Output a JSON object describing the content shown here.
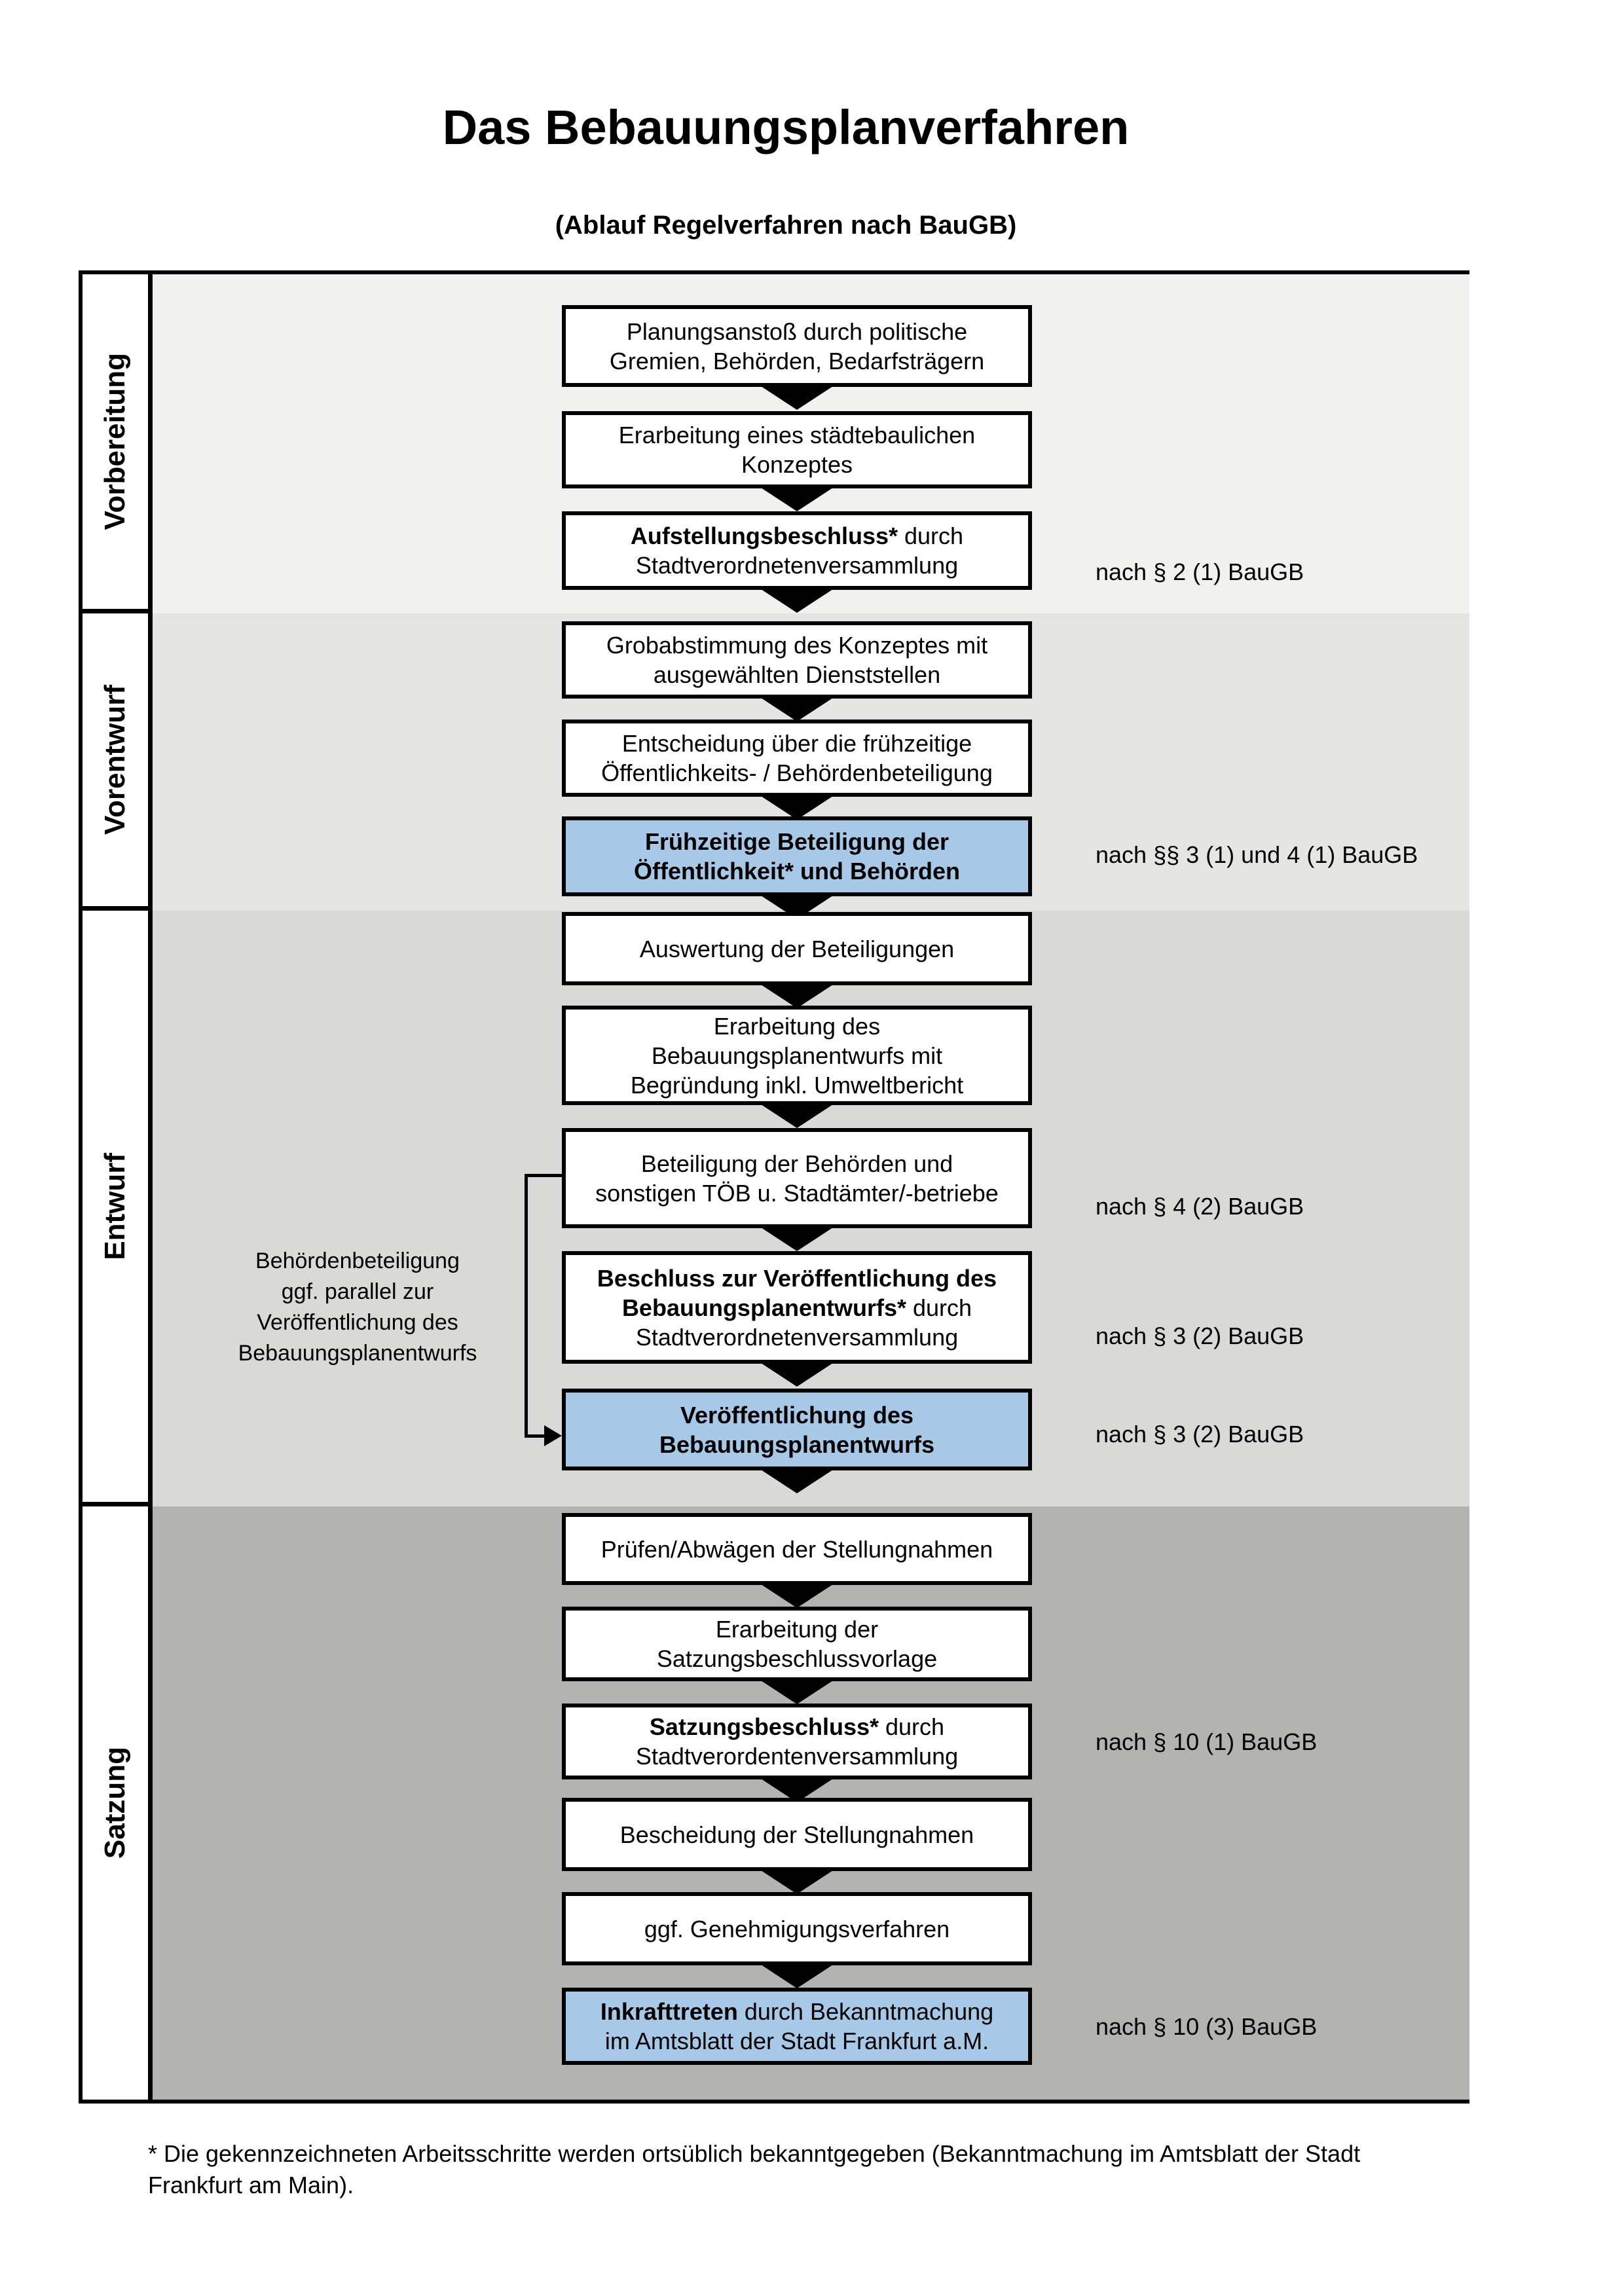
{
  "title": "Das Bebauungsplanverfahren",
  "subtitle": "(Ablauf Regelverfahren nach BauGB)",
  "colors": {
    "box_background": "#ffffff",
    "box_border": "#000000",
    "highlight_background": "#a8c8e8",
    "arrow": "#000000",
    "phase_backgrounds": [
      "#f1f1ef",
      "#e5e5e3",
      "#d9d9d7",
      "#b3b3b1"
    ]
  },
  "phases": [
    {
      "label": "Vorbereitung"
    },
    {
      "label": "Vorentwurf"
    },
    {
      "label": "Entwurf"
    },
    {
      "label": "Satzung"
    }
  ],
  "flow": {
    "boxes": [
      {
        "highlighted": false,
        "lines": [
          [
            {
              "t": "Planungsanstoß durch politische",
              "b": false
            }
          ],
          [
            {
              "t": "Gremien, Behörden, Bedarfsträgern",
              "b": false
            }
          ]
        ]
      },
      {
        "highlighted": false,
        "lines": [
          [
            {
              "t": "Erarbeitung eines städtebaulichen",
              "b": false
            }
          ],
          [
            {
              "t": "Konzeptes",
              "b": false
            }
          ]
        ]
      },
      {
        "highlighted": false,
        "lines": [
          [
            {
              "t": "Aufstellungsbeschluss*",
              "b": true
            },
            {
              "t": " durch",
              "b": false
            }
          ],
          [
            {
              "t": "Stadtverordnetenversammlung",
              "b": false
            }
          ]
        ]
      },
      {
        "highlighted": false,
        "lines": [
          [
            {
              "t": "Grobabstimmung des Konzeptes mit",
              "b": false
            }
          ],
          [
            {
              "t": "ausgewählten Dienststellen",
              "b": false
            }
          ]
        ]
      },
      {
        "highlighted": false,
        "lines": [
          [
            {
              "t": "Entscheidung über die frühzeitige",
              "b": false
            }
          ],
          [
            {
              "t": "Öffentlichkeits- / Behördenbeteiligung",
              "b": false
            }
          ]
        ]
      },
      {
        "highlighted": true,
        "lines": [
          [
            {
              "t": "Frühzeitige Beteiligung der",
              "b": true
            }
          ],
          [
            {
              "t": "Öffentlichkeit* und Behörden",
              "b": true
            }
          ]
        ]
      },
      {
        "highlighted": false,
        "lines": [
          [
            {
              "t": "Auswertung der Beteiligungen",
              "b": false
            }
          ]
        ]
      },
      {
        "highlighted": false,
        "lines": [
          [
            {
              "t": "Erarbeitung des",
              "b": false
            }
          ],
          [
            {
              "t": "Bebauungsplanentwurfs mit",
              "b": false
            }
          ],
          [
            {
              "t": "Begründung inkl. Umweltbericht",
              "b": false
            }
          ]
        ]
      },
      {
        "highlighted": false,
        "lines": [
          [
            {
              "t": "Beteiligung der Behörden und",
              "b": false
            }
          ],
          [
            {
              "t": "sonstigen TÖB u. Stadtämter/-betriebe",
              "b": false
            }
          ]
        ]
      },
      {
        "highlighted": false,
        "lines": [
          [
            {
              "t": "Beschluss zur Veröffentlichung des",
              "b": true
            }
          ],
          [
            {
              "t": "Bebauungsplanentwurfs*",
              "b": true
            },
            {
              "t": " durch",
              "b": false
            }
          ],
          [
            {
              "t": "Stadtverordnetenversammlung",
              "b": false
            }
          ]
        ]
      },
      {
        "highlighted": true,
        "lines": [
          [
            {
              "t": "Veröffentlichung des",
              "b": true
            }
          ],
          [
            {
              "t": "Bebauungsplanentwurfs",
              "b": true
            }
          ]
        ]
      },
      {
        "highlighted": false,
        "lines": [
          [
            {
              "t": "Prüfen/Abwägen der Stellungnahmen",
              "b": false
            }
          ]
        ]
      },
      {
        "highlighted": false,
        "lines": [
          [
            {
              "t": "Erarbeitung der",
              "b": false
            }
          ],
          [
            {
              "t": "Satzungsbeschlussvorlage",
              "b": false
            }
          ]
        ]
      },
      {
        "highlighted": false,
        "lines": [
          [
            {
              "t": "Satzungsbeschluss*",
              "b": true
            },
            {
              "t": " durch",
              "b": false
            }
          ],
          [
            {
              "t": "Stadtverordentenversammlung",
              "b": false
            }
          ]
        ]
      },
      {
        "highlighted": false,
        "lines": [
          [
            {
              "t": "Bescheidung der Stellungnahmen",
              "b": false
            }
          ]
        ]
      },
      {
        "highlighted": false,
        "lines": [
          [
            {
              "t": "ggf. Genehmigungsverfahren",
              "b": false
            }
          ]
        ]
      },
      {
        "highlighted": true,
        "lines": [
          [
            {
              "t": "Inkrafttreten",
              "b": true
            },
            {
              "t": " durch Bekanntmachung",
              "b": false
            }
          ],
          [
            {
              "t": "im Amtsblatt der Stadt Frankfurt a.M.",
              "b": false
            }
          ]
        ]
      }
    ]
  },
  "legal_notes": [
    {
      "text": "nach § 2 (1) BauGB"
    },
    {
      "text": "nach §§ 3 (1) und 4 (1) BauGB"
    },
    {
      "text": "nach § 4 (2) BauGB"
    },
    {
      "text": "nach § 3 (2) BauGB"
    },
    {
      "text": "nach § 3 (2) BauGB"
    },
    {
      "text": "nach § 10 (1) BauGB"
    },
    {
      "text": "nach § 10 (3) BauGB"
    }
  ],
  "annotation": {
    "lines": [
      "Behördenbeteiligung",
      "ggf. parallel zur",
      "Veröffentlichung des",
      "Bebauungsplanentwurfs"
    ]
  },
  "footnote": {
    "lines": [
      "* Die gekennzeichneten Arbeitsschritte werden ortsüblich bekanntgegeben (Bekanntmachung im Amtsblatt  der Stadt",
      "Frankfurt am Main)."
    ]
  }
}
